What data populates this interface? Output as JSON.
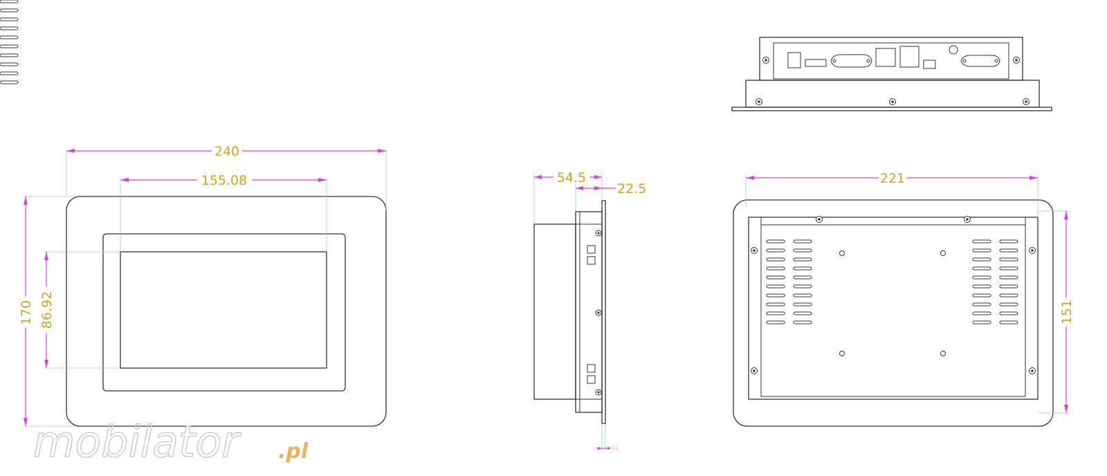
{
  "front_view": {
    "width_dim": "240",
    "height_dim": "170",
    "screen_width_dim": "155.08",
    "screen_height_dim": "86.92"
  },
  "side_view": {
    "depth_dim": "54.5",
    "flange_dim": "22.5",
    "plate_dim": "0.5"
  },
  "back_view": {
    "width_dim": "221",
    "height_dim": "151"
  },
  "watermark": {
    "brand": "mobilator",
    "suffix": ".pl"
  },
  "colors": {
    "dimension_line": "#e23ce6",
    "dimension_text": "#d8a21c",
    "extension_line": "#8fd0e8",
    "outline": "#333333"
  }
}
